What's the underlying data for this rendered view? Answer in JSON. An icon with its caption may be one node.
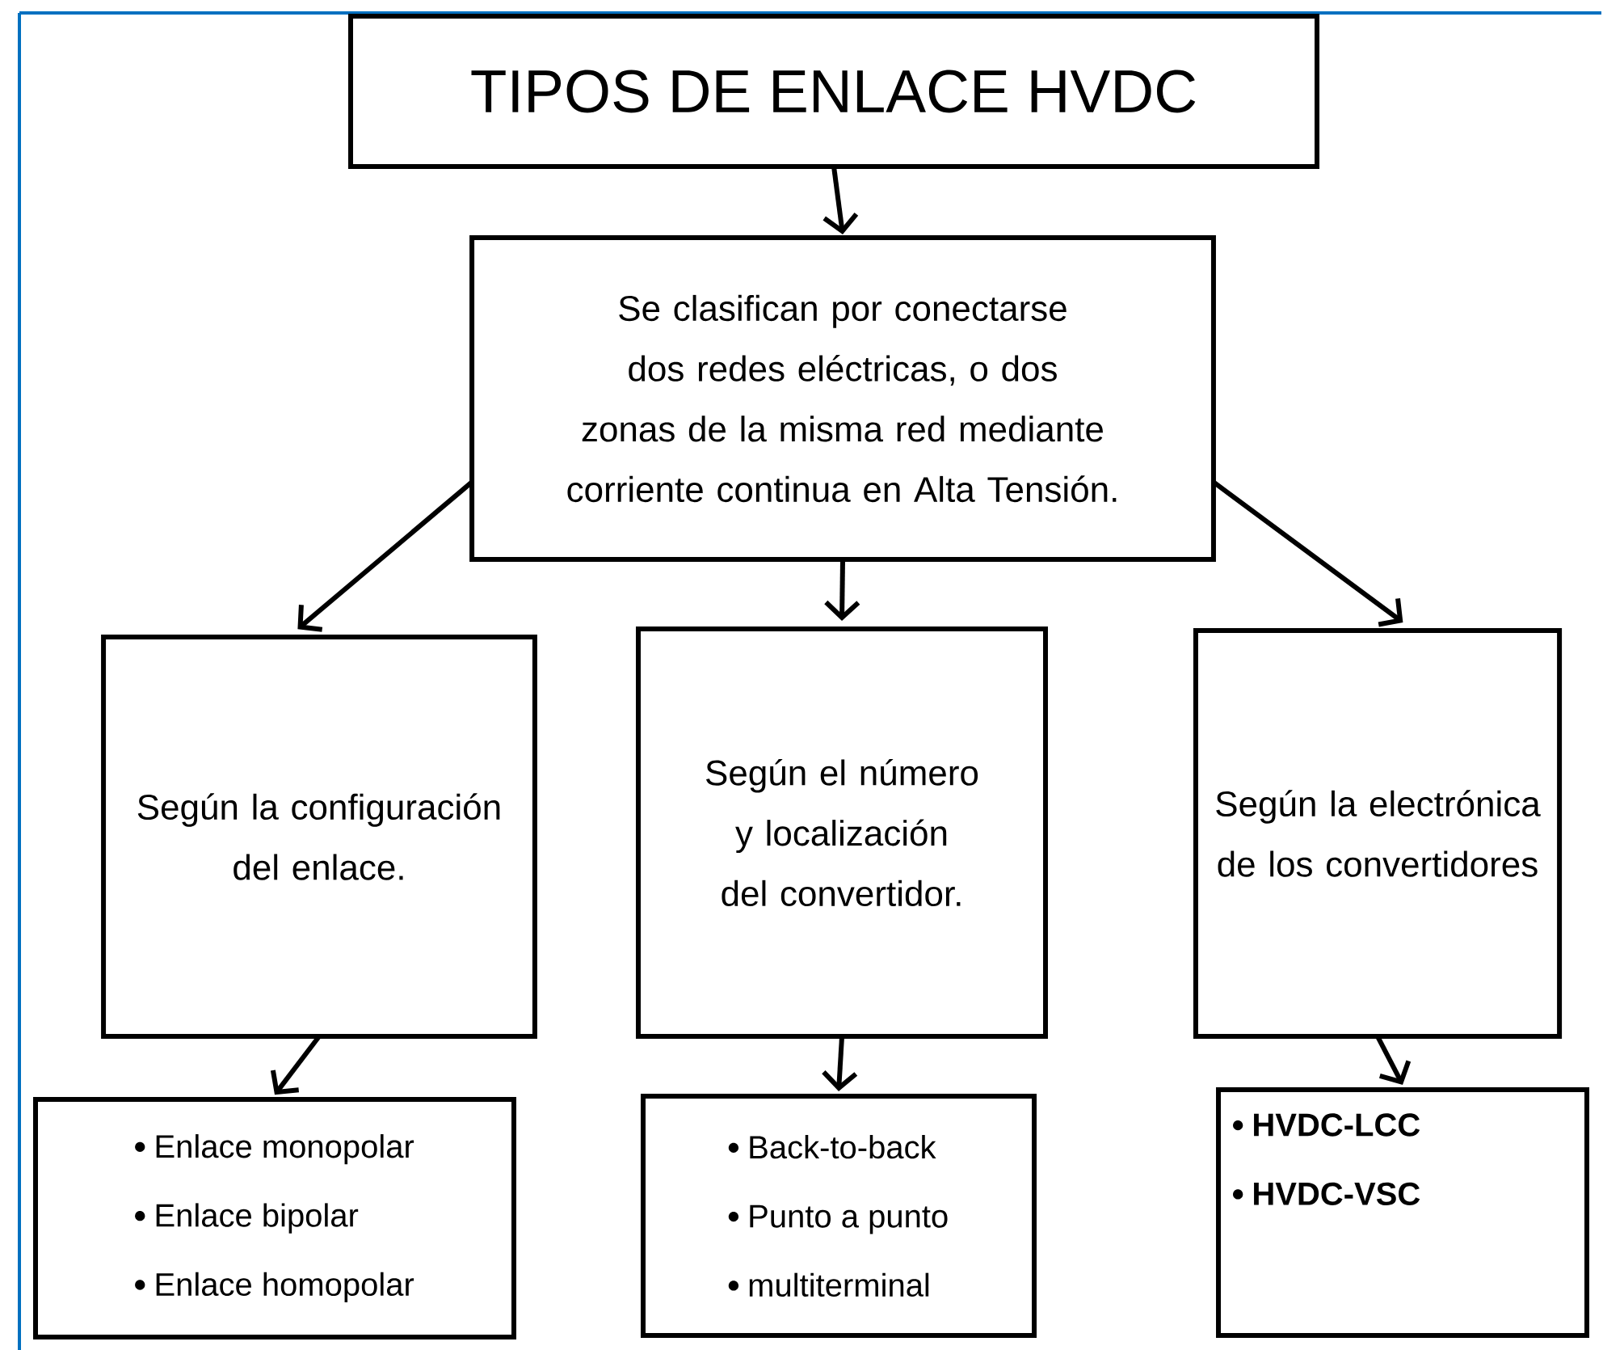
{
  "diagram": {
    "nodes": [
      {
        "text": [
          "TIPOS DE ENLACE HVDC"
        ]
      },
      {
        "text": [
          "Se clasifican por conectarse dos redes eléctricas, o dos zonas de la misma red mediante corriente continua en Alta Tensión."
        ]
      },
      {
        "text": [
          "Según la configuración del enlace."
        ]
      },
      {
        "text": [
          "Según el número y localización del convertidor."
        ]
      },
      {
        "text": [
          "Según la electrónica de los convertidores"
        ]
      },
      {
        "text": [
          "Enlace monopolar",
          "Enlace bipolar",
          "Enlace homopolar"
        ]
      },
      {
        "text": [
          "Back-to-back",
          "Punto a punto",
          "multiterminal"
        ]
      },
      {
        "text": [
          "HVDC-LCC",
          "HVDC-VSC"
        ]
      }
    ],
    "edges": [
      {
        "from": 0,
        "to": 1,
        "arrow": "to"
      },
      {
        "from": 1,
        "to": 2,
        "arrow": "to"
      },
      {
        "from": 1,
        "to": 3,
        "arrow": "to"
      },
      {
        "from": 1,
        "to": 4,
        "arrow": "to"
      },
      {
        "from": 2,
        "to": 5,
        "arrow": "to"
      },
      {
        "from": 3,
        "to": 6,
        "arrow": "to"
      },
      {
        "from": 4,
        "to": 7,
        "arrow": "to"
      }
    ]
  }
}
